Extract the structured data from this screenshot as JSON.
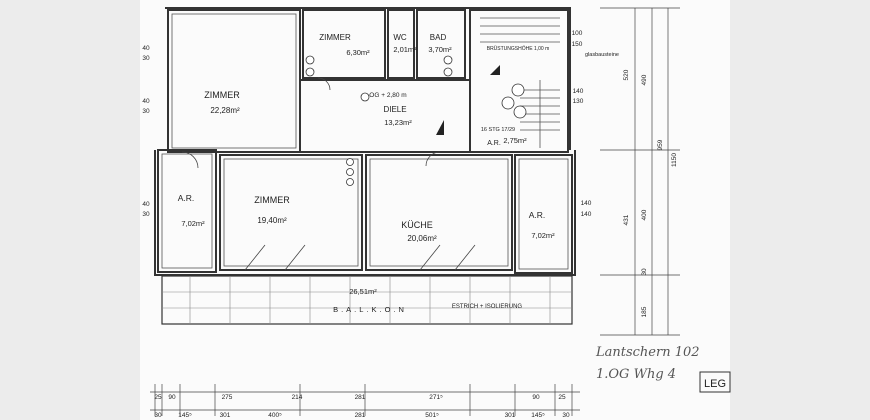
{
  "rooms": {
    "zimmer_nw": {
      "name": "ZIMMER",
      "area": "22,28m²"
    },
    "zimmer_n": {
      "name": "ZIMMER",
      "area": "6,30m²"
    },
    "wc": {
      "name": "WC",
      "area": "2,01m²"
    },
    "bad": {
      "name": "BAD",
      "area": "3,70m²"
    },
    "diele": {
      "name": "DIELE",
      "area": "13,23m²"
    },
    "ar_w": {
      "name": "A.R.",
      "area": "7,02m²"
    },
    "zimmer_s": {
      "name": "ZIMMER",
      "area": "19,40m²"
    },
    "kueche": {
      "name": "KÜCHE",
      "area": "20,06m²"
    },
    "ar_e": {
      "name": "A.R.",
      "area": "7,02m²"
    },
    "ar_stair": {
      "name": "A.R.",
      "area": "2,75m²"
    },
    "balkon": {
      "name": "B.A.L.K.O.N",
      "area": "26,51m²"
    }
  },
  "annotations": {
    "og_level": "OG + 2,80 m",
    "balkon_note": "ESTRICH + ISOLIERUNG",
    "stair_note": "16 STG 17/29",
    "stair_height": "BRÜSTUNGSHÖHE 1,00 m",
    "sloped_label": "glasbausteine"
  },
  "dimensions": {
    "top_right": [
      "100",
      "150",
      "520",
      "490",
      "959",
      "1150",
      "140",
      "130",
      "431",
      "400",
      "30",
      "185",
      "140",
      "140"
    ],
    "bottom_row1": [
      "25",
      "90",
      "275",
      "214",
      "281",
      "271⁵",
      "90",
      "25"
    ],
    "bottom_row2": [
      "30",
      "145⁵",
      "301",
      "400⁵",
      "281",
      "501⁵",
      "301",
      "145⁵",
      "30"
    ],
    "left": [
      "40",
      "30",
      "40",
      "30",
      "40",
      "30"
    ]
  },
  "handwriting": {
    "line1": "Lantschern 102",
    "line2": "1.OG  Whg 4"
  },
  "legend_label": "LEG"
}
